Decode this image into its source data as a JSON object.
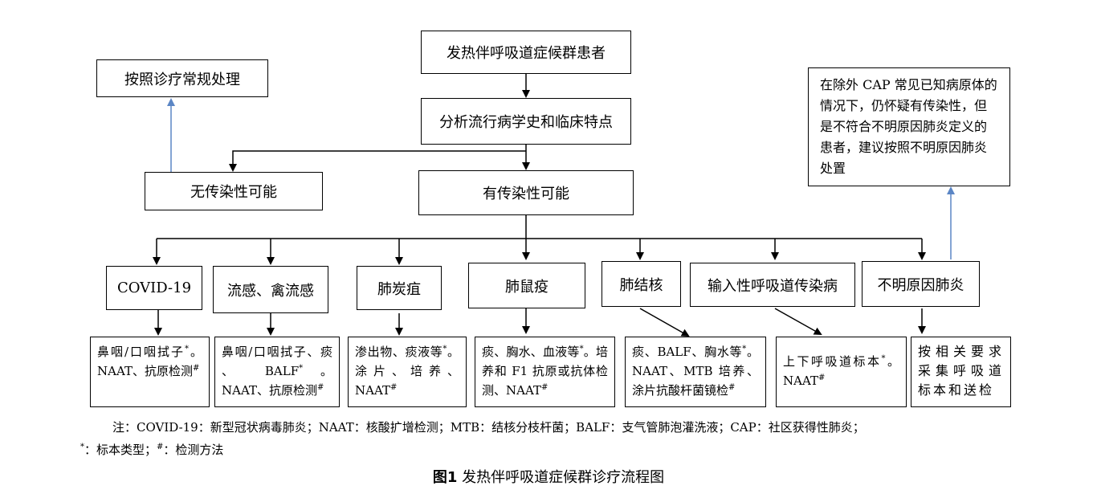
{
  "top": {
    "patients": "发热伴呼吸道症候群患者",
    "analyze": "分析流行病学史和临床特点",
    "routine": "按照诊疗常规处理",
    "no_infect": "无传染性可能",
    "infect": "有传染性可能"
  },
  "side_note": "在除外 CAP 常见已知病原体的情况下，仍怀疑有传染性，但是不符合不明原因肺炎定义的患者，建议按照不明原因肺炎处置",
  "diseases": [
    "COVID-19",
    "流感、禽流感",
    "肺炭疽",
    "肺鼠疫",
    "肺结核",
    "输入性呼吸道传染病",
    "不明原因肺炎"
  ],
  "details": {
    "covid": {
      "a": "鼻咽/口咽拭子",
      "b": "。NAAT、抗原检测"
    },
    "flu": {
      "a": "鼻咽/口咽拭子、痰 、 BALF",
      "b": " 。NAAT、抗原检测"
    },
    "anthrax": {
      "a": "渗出物、痰液等",
      "b": "。涂片、培养、NAAT"
    },
    "plague": {
      "a": "痰、胸水、血液等",
      "b": "。培养和 F1 抗原或抗体检测、NAAT"
    },
    "tb": {
      "a": "痰、BALF、胸水等",
      "b": "。NAAT、MTB 培养、涂片抗酸杆菌镜检"
    },
    "imported": {
      "a": "上下呼吸道标本",
      "b": "。NAAT"
    },
    "unknown": {
      "a": "按相关要求采集呼吸道标本和送检"
    }
  },
  "marks": {
    "star": "*",
    "hash": "#"
  },
  "note_line1": "注：COVID-19：新型冠状病毒肺炎；NAAT：核酸扩增检测；MTB：结核分枝杆菌；BALF：支气管肺泡灌洗液；CAP：社区获得性肺炎；",
  "note_line2": "：标本类型；",
  "note_line2b": "：检测方法",
  "caption": {
    "label": "图1",
    "title": "发热伴呼吸道症候群诊疗流程图"
  },
  "colors": {
    "line": "#000000",
    "blue_arrow": "#5b86c5"
  }
}
